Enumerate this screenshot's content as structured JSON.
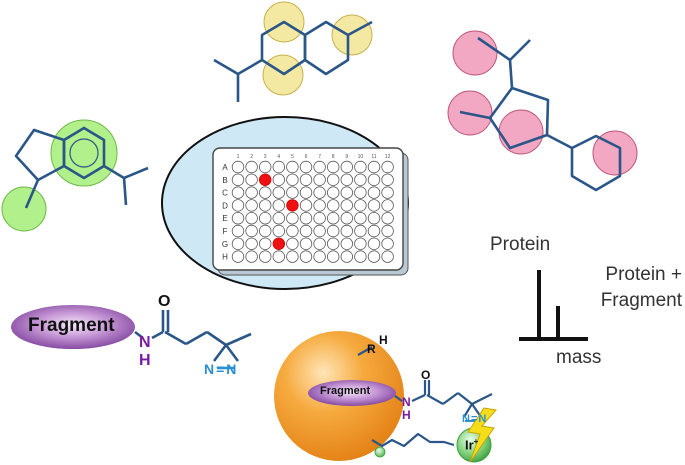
{
  "plate": {
    "row_labels": [
      "A",
      "B",
      "C",
      "D",
      "E",
      "F",
      "G",
      "H"
    ],
    "col_labels": [
      "1",
      "2",
      "3",
      "4",
      "5",
      "6",
      "7",
      "8",
      "9",
      "10",
      "11",
      "12"
    ],
    "hits": [
      {
        "row": "B",
        "col": 3
      },
      {
        "row": "D",
        "col": 5
      },
      {
        "row": "G",
        "col": 4
      }
    ]
  },
  "fragment_probe": {
    "fragment_label": "Fragment",
    "carbonyl_atom": "O",
    "amide_n": "N",
    "amide_h": "H",
    "diazirine": "N=N"
  },
  "bead_construct": {
    "fragment_label": "Fragment",
    "carbonyl_atom": "O",
    "amide_n": "N",
    "amide_h": "H",
    "diazirine": "N=N",
    "residue_r": "R",
    "residue_h": "H",
    "catalyst": "Ir",
    "catalyst_charge": "+"
  },
  "mass_spectrum": {
    "peak_1_label": "Protein",
    "peak_2_label": "Protein + Fragment",
    "axis_label": "mass"
  },
  "colors": {
    "bond": "#2a5688",
    "plate_oval": "#cfe8f6",
    "hit_well": "#ee1111",
    "highlight_yellow": "#f3e9a2",
    "highlight_pink": "#f2a8c2",
    "highlight_green": "#b2f08c",
    "fragment_purple": "#8b4aa8",
    "bead_orange": "#f39a2c",
    "lightning": "#f5dd1c",
    "diazirine_blue": "#2a8fd0",
    "amide_purple": "#7a1aa0"
  }
}
